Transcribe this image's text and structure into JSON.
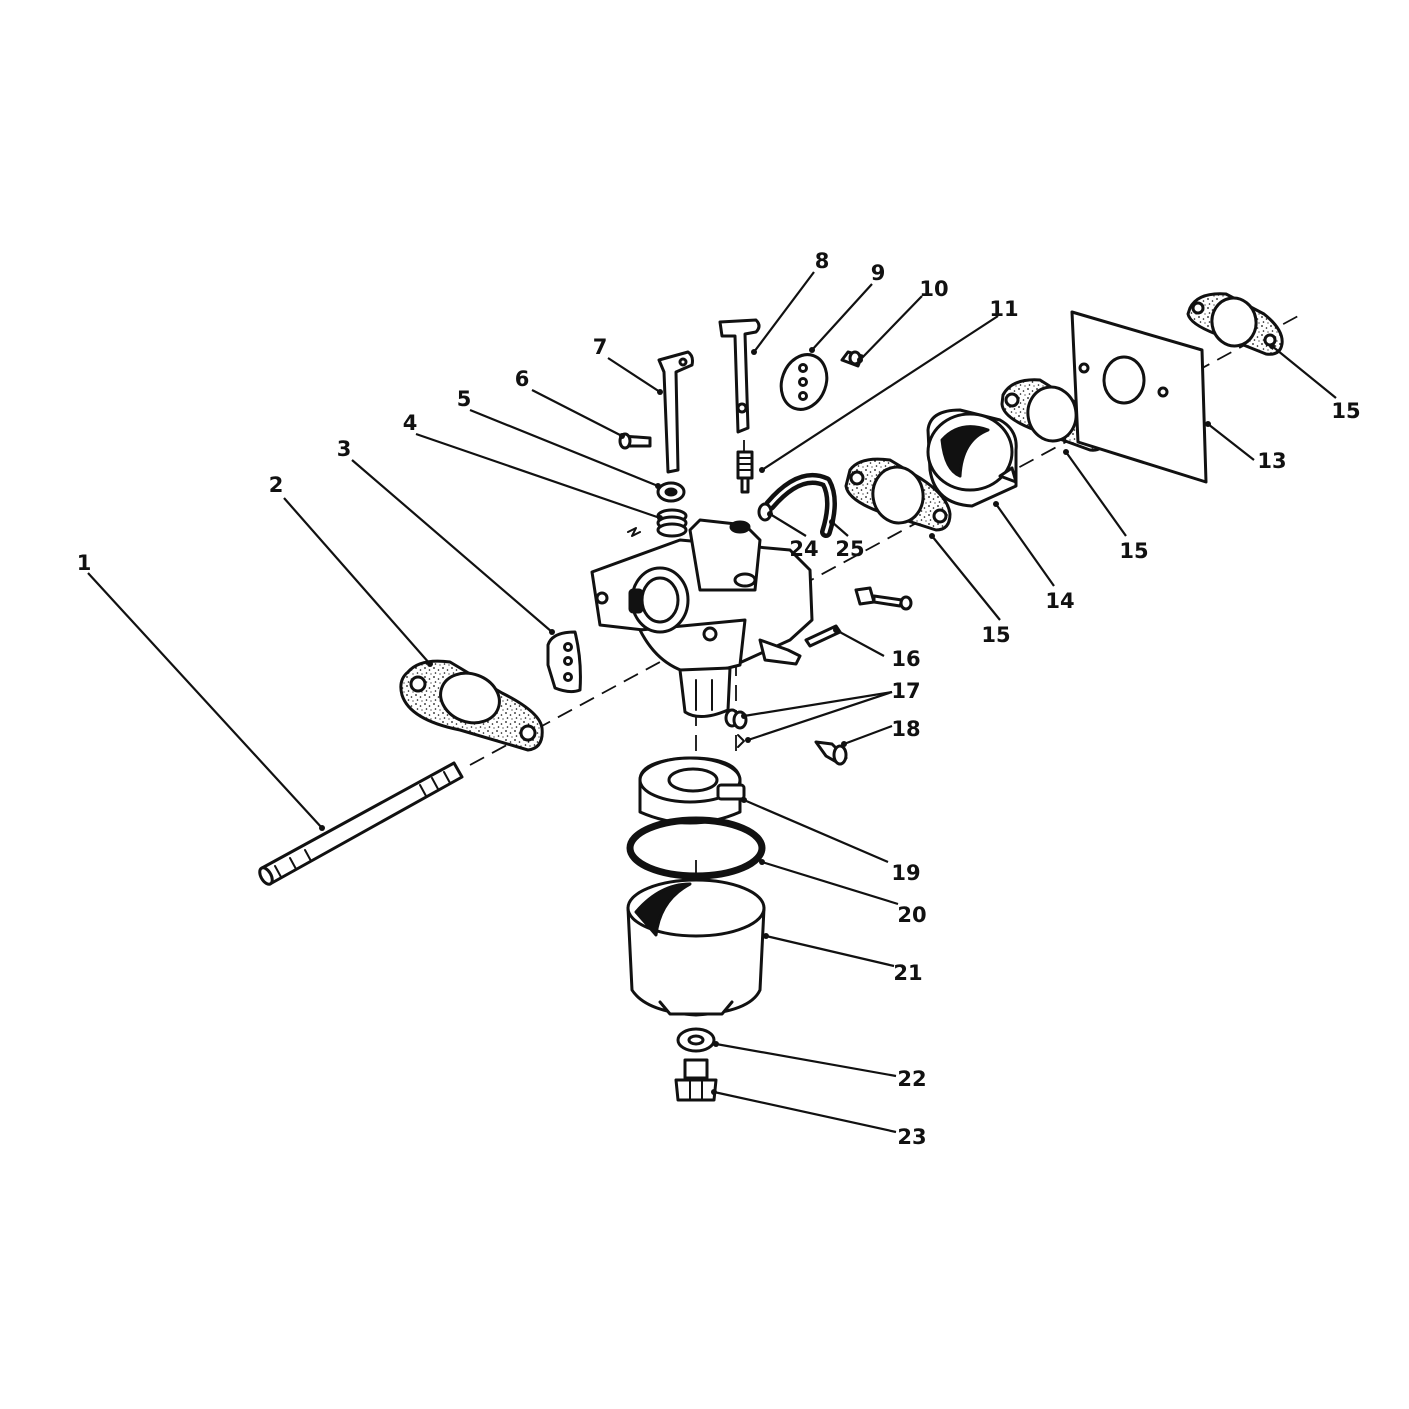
{
  "diagram": {
    "callouts": [
      {
        "id": "c1",
        "label": "1"
      },
      {
        "id": "c2",
        "label": "2"
      },
      {
        "id": "c3",
        "label": "3"
      },
      {
        "id": "c4",
        "label": "4"
      },
      {
        "id": "c5",
        "label": "5"
      },
      {
        "id": "c6",
        "label": "6"
      },
      {
        "id": "c7",
        "label": "7"
      },
      {
        "id": "c8",
        "label": "8"
      },
      {
        "id": "c9",
        "label": "9"
      },
      {
        "id": "c10",
        "label": "10"
      },
      {
        "id": "c11",
        "label": "11"
      },
      {
        "id": "c13",
        "label": "13"
      },
      {
        "id": "c14",
        "label": "14"
      },
      {
        "id": "c15a",
        "label": "15"
      },
      {
        "id": "c15b",
        "label": "15"
      },
      {
        "id": "c15c",
        "label": "15"
      },
      {
        "id": "c16",
        "label": "16"
      },
      {
        "id": "c17",
        "label": "17"
      },
      {
        "id": "c18",
        "label": "18"
      },
      {
        "id": "c19",
        "label": "19"
      },
      {
        "id": "c20",
        "label": "20"
      },
      {
        "id": "c21",
        "label": "21"
      },
      {
        "id": "c22",
        "label": "22"
      },
      {
        "id": "c23",
        "label": "23"
      },
      {
        "id": "c24",
        "label": "24"
      },
      {
        "id": "c25",
        "label": "25"
      }
    ]
  }
}
